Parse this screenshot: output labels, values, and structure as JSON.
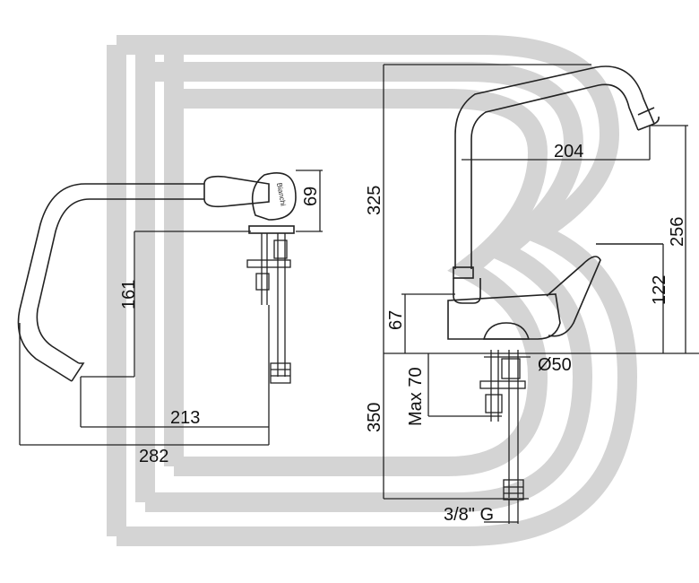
{
  "dimensions": {
    "side_height_top": "69",
    "side_spout_drop": "161",
    "side_reach_inner": "213",
    "side_reach_outer": "282",
    "front_total_height": "325",
    "front_spout_reach": "204",
    "front_spout_outlet_height": "256",
    "front_lever_height": "122",
    "front_body_height": "67",
    "max_deck_thickness": "Max 70",
    "mount_hole_diameter": "Ø50",
    "hose_length": "350",
    "connection_thread": "3/8\" G"
  },
  "brand_mark": "Bianchi"
}
